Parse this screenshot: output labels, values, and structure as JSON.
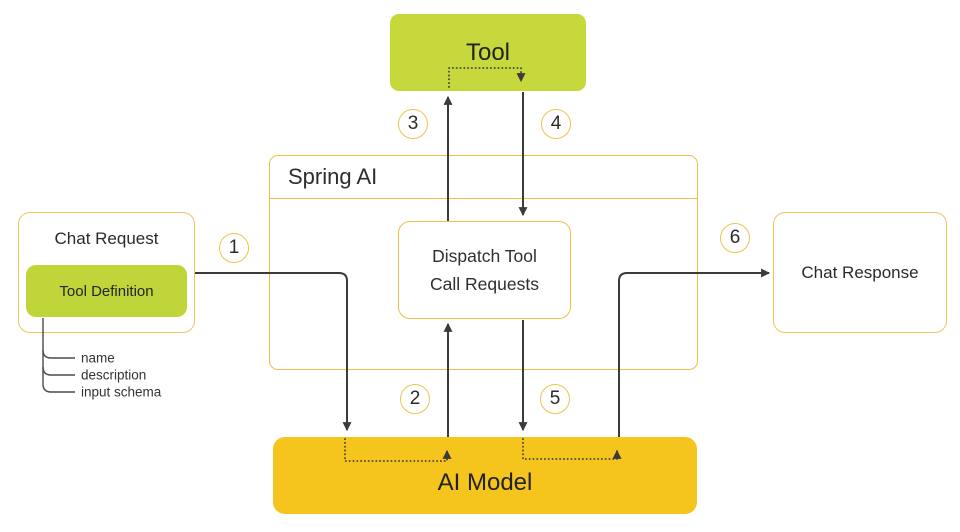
{
  "colors": {
    "lime": "#c6d83c",
    "gold": "#f5c41d",
    "border_yellow": "#edbf48",
    "line_dark": "#3b3b3b",
    "text_dark": "#2a2a2a"
  },
  "nodes": {
    "tool": {
      "label": "Tool"
    },
    "spring_ai": {
      "label": "Spring AI"
    },
    "dispatch": {
      "line1": "Dispatch Tool",
      "line2": "Call Requests"
    },
    "chat_request": {
      "label": "Chat Request"
    },
    "tool_definition": {
      "label": "Tool Definition",
      "properties": [
        "name",
        "description",
        "input schema"
      ]
    },
    "chat_response": {
      "label": "Chat Response"
    },
    "ai_model": {
      "label": "AI Model"
    }
  },
  "steps": [
    "1",
    "2",
    "3",
    "4",
    "5",
    "6"
  ]
}
